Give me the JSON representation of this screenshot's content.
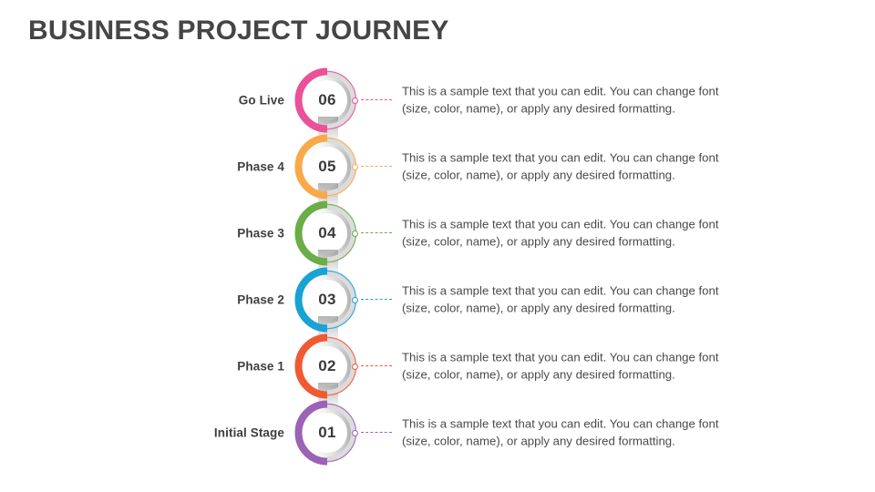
{
  "slide": {
    "title": "BUSINESS PROJECT JOURNEY",
    "background_color": "#FFFFFF",
    "title_color": "#454545",
    "body_text_color": "#4A4A4A"
  },
  "diagram": {
    "type": "vertical-chevron-timeline",
    "orientation": "vertical",
    "step_count": 6,
    "shared_description": "This is a sample text that you can edit. You can change font (size, color, name), or apply any desired formatting.",
    "steps": [
      {
        "number": "06",
        "label": "Go Live",
        "color": "#EA5197",
        "description": "This is a sample text that you can edit. You can change font (size, color, name), or apply any desired formatting."
      },
      {
        "number": "05",
        "label": "Phase 4",
        "color": "#F9A94A",
        "description": "This is a sample text that you can edit. You can change font (size, color, name), or apply any desired formatting."
      },
      {
        "number": "04",
        "label": "Phase 3",
        "color": "#6BAD46",
        "description": "This is a sample text that you can edit. You can change font (size, color, name), or apply any desired formatting."
      },
      {
        "number": "03",
        "label": "Phase 2",
        "color": "#19A2D4",
        "description": "This is a sample text that you can edit. You can change font (size, color, name), or apply any desired formatting."
      },
      {
        "number": "02",
        "label": "Phase 1",
        "color": "#F05A33",
        "description": "This is a sample text that you can edit. You can change font (size, color, name), or apply any desired formatting."
      },
      {
        "number": "01",
        "label": "Initial Stage",
        "color": "#9B62B5",
        "description": "This is a sample text that you can edit. You can change font (size, color, name), or apply any desired formatting."
      }
    ]
  }
}
